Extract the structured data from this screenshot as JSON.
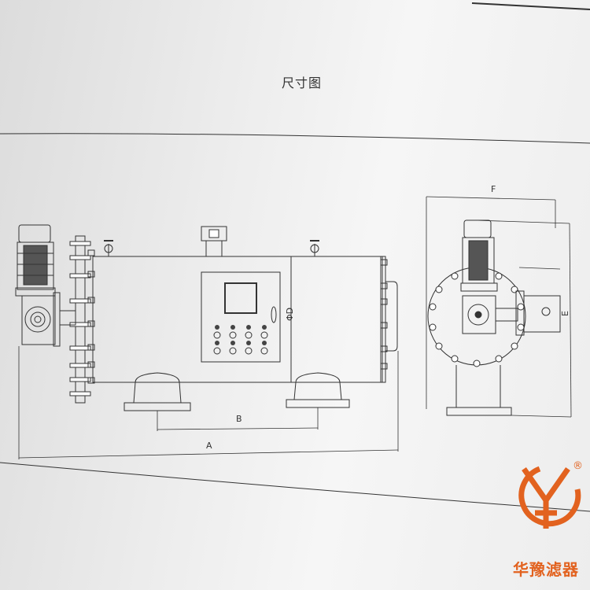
{
  "title": "尺寸图",
  "dimensions": {
    "A": "A",
    "B": "B",
    "D": "ΦD",
    "E": "E",
    "F": "F"
  },
  "brand": {
    "name": "华豫滤器",
    "registered": "®",
    "color": "#e2621f"
  }
}
